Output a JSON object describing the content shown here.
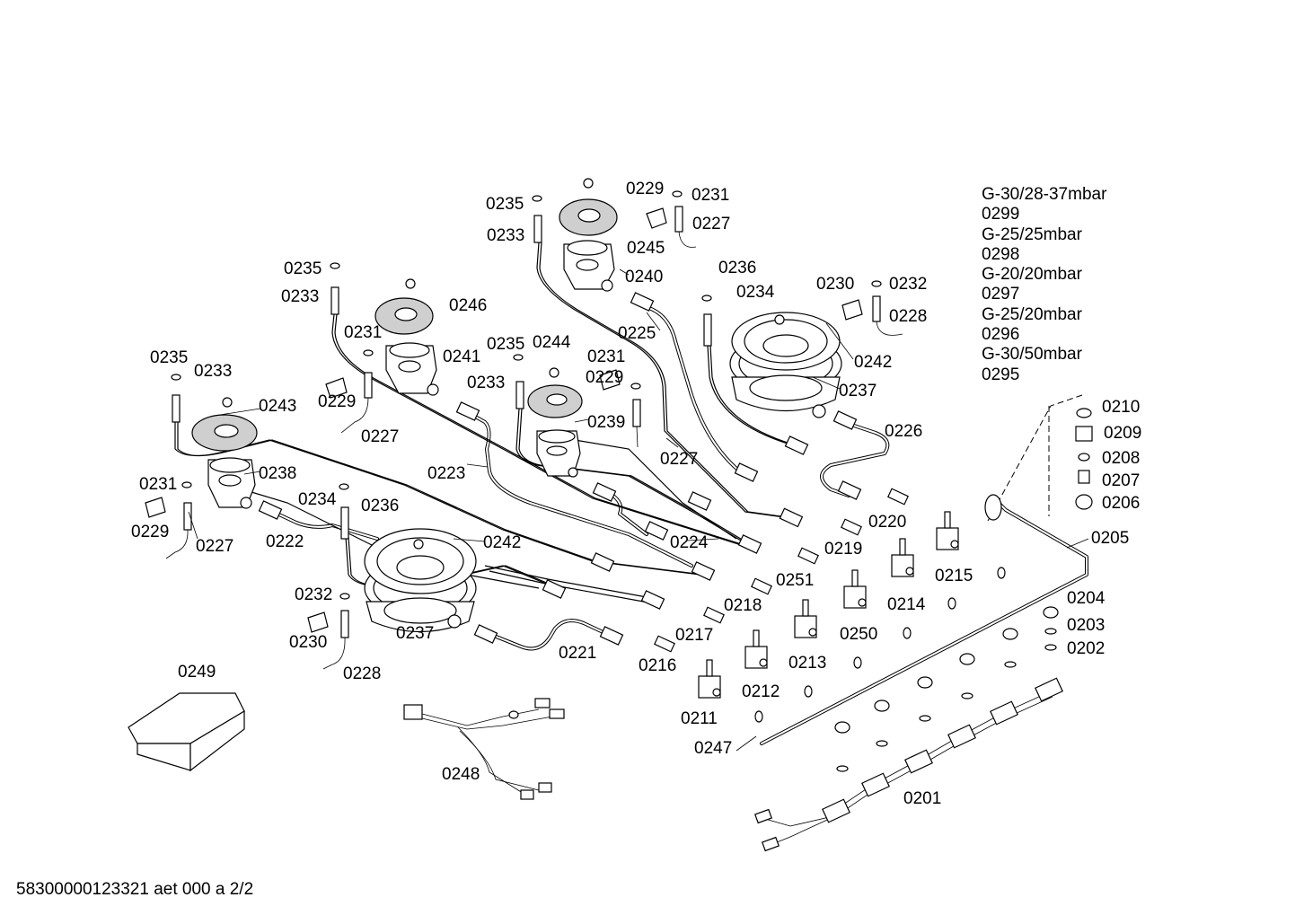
{
  "document_id": "58300000123321 aet 000 a 2/2",
  "gas_variants": [
    {
      "gas": "G-30/28-37mbar",
      "part": "0299"
    },
    {
      "gas": "G-25/25mbar",
      "part": "0298"
    },
    {
      "gas": "G-20/20mbar",
      "part": "0297"
    },
    {
      "gas": "G-25/20mbar",
      "part": "0296"
    },
    {
      "gas": "G-30/50mbar",
      "part": "0295"
    }
  ],
  "callouts": [
    "0235",
    "0233",
    "0229",
    "0231",
    "0227",
    "0245",
    "0240",
    "0236",
    "0234",
    "0230",
    "0232",
    "0228",
    "0242",
    "0237",
    "0226",
    "0225",
    "0235",
    "0233",
    "0246",
    "0231",
    "0241",
    "0229",
    "0227",
    "0235",
    "0244",
    "0231",
    "0229",
    "0233",
    "0239",
    "0223",
    "0227",
    "0235",
    "0233",
    "0243",
    "0231",
    "0238",
    "0229",
    "0227",
    "0234",
    "0236",
    "0222",
    "0242",
    "0232",
    "0230",
    "0228",
    "0237",
    "0224",
    "0220",
    "0219",
    "0251",
    "0218",
    "0217",
    "0216",
    "0221",
    "0215",
    "0214",
    "0250",
    "0213",
    "0212",
    "0211",
    "0247",
    "0210",
    "0209",
    "0208",
    "0207",
    "0206",
    "0205",
    "0204",
    "0203",
    "0202",
    "0201",
    "0249",
    "0248"
  ]
}
